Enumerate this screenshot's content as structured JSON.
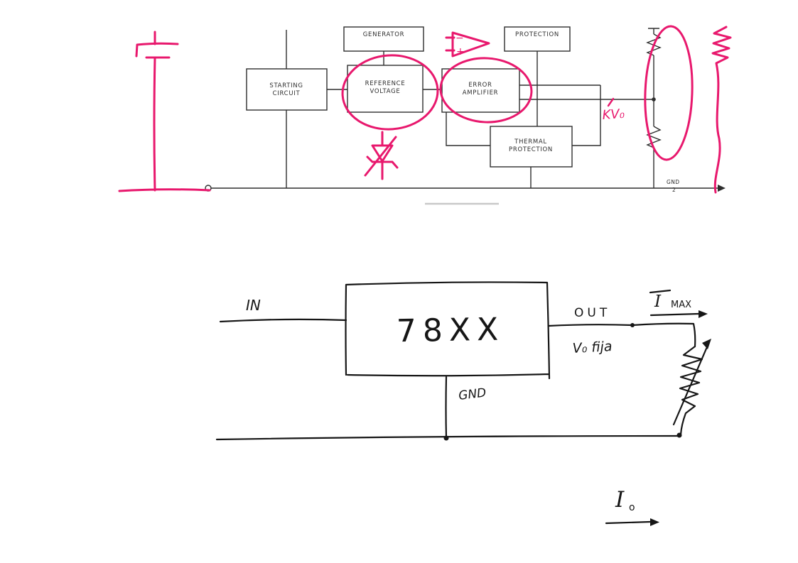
{
  "colors": {
    "print_ink": "#2e2e2e",
    "sketch_ink": "#161616",
    "pen": "#e8186d"
  },
  "block_diagram": {
    "generator": "GENERATOR",
    "protection": "PROTECTION",
    "starting_line1": "STARTING",
    "starting_line2": "CIRCUIT",
    "reference_line1": "REFERENCE",
    "reference_line2": "VOLTAGE",
    "error_line1": "ERROR",
    "error_line2": "AMPLIFIER",
    "thermal_line1": "THERMAL",
    "thermal_line2": "PROTECTION",
    "gnd_label": "GND",
    "gnd_pin": "2"
  },
  "pen_notes": {
    "kvo": "KV₀",
    "opamp_minus": "−",
    "opamp_plus": "+"
  },
  "sketch": {
    "chip_label": "78XX",
    "in_label": "IN",
    "out_label": "OUT",
    "gnd_label": "GND",
    "vo_note": "V₀ fija",
    "imax_symbol": "I",
    "imax_sub": "MAX",
    "io_symbol": "I",
    "io_sub": "o"
  }
}
